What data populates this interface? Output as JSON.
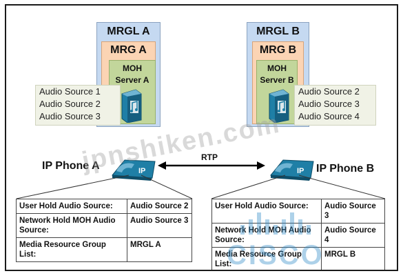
{
  "left": {
    "mrgl_label": "MRGL A",
    "mrg_label": "MRG A",
    "moh_line1": "MOH",
    "moh_line2": "Server  A",
    "audio_sources": [
      "Audio Source 1",
      "Audio Source 2",
      "Audio Source 3"
    ],
    "phone_label": "IP Phone A",
    "table": [
      [
        "User Hold Audio Source:",
        "Audio Source 2"
      ],
      [
        "Network Hold MOH Audio Source:",
        "Audio Source 3"
      ],
      [
        "Media Resource Group List:",
        "MRGL  A"
      ]
    ]
  },
  "right": {
    "mrgl_label": "MRGL B",
    "mrg_label": "MRG B",
    "moh_line1": "MOH",
    "moh_line2": "Server  B",
    "audio_sources": [
      "Audio Source 2",
      "Audio Source 3",
      "Audio Source 4"
    ],
    "phone_label": "IP Phone B",
    "table": [
      [
        "User Hold Audio Source:",
        "Audio Source 3"
      ],
      [
        "Network Hold MOH Audio Source:",
        "Audio Source 4"
      ],
      [
        "Media Resource Group List:",
        "MRGL B"
      ]
    ]
  },
  "link_label": "RTP",
  "watermark": "jpnshiken.com",
  "logo_text": "CISCO",
  "colors": {
    "mrgl_fill": "#c5d9f1",
    "mrg_fill": "#fbd4b4",
    "moh_fill": "#c2d69b",
    "phone_blue": "#1f7fa6",
    "audio_box_fill": "#f0f2e6"
  }
}
